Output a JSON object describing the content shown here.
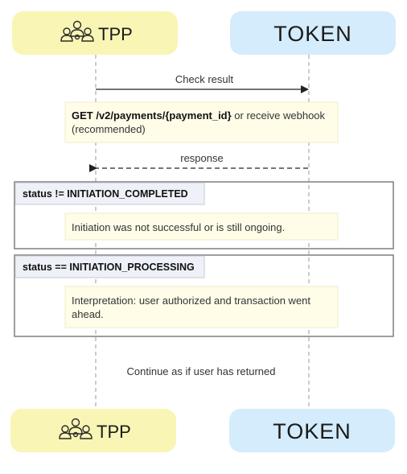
{
  "participants": {
    "tpp": {
      "label": "TPP",
      "icon": "people-group-icon",
      "fill": "#f9f5b5"
    },
    "token": {
      "label": "TOKEN",
      "fill": "#d4ecfb"
    }
  },
  "messages": {
    "check_result": "Check result",
    "response": "response"
  },
  "notes": {
    "request": {
      "bold_text": "GET /v2/payments/{payment_id}",
      "rest_text": " or receive webhook (recommended)"
    },
    "not_completed": "Initiation was not successful or is still ongoing.",
    "processing": "Interpretation: user authorized and transaction went ahead."
  },
  "groups": {
    "not_completed_title": "status != INITIATION_COMPLETED",
    "processing_title": "status == INITIATION_PROCESSING"
  },
  "continue_text": "Continue as if user has returned",
  "colors": {
    "note_fill": "#fffde8",
    "note_border": "#f0ecc8",
    "group_border": "#7f7f7f",
    "lifeline": "#9a9a9a"
  }
}
